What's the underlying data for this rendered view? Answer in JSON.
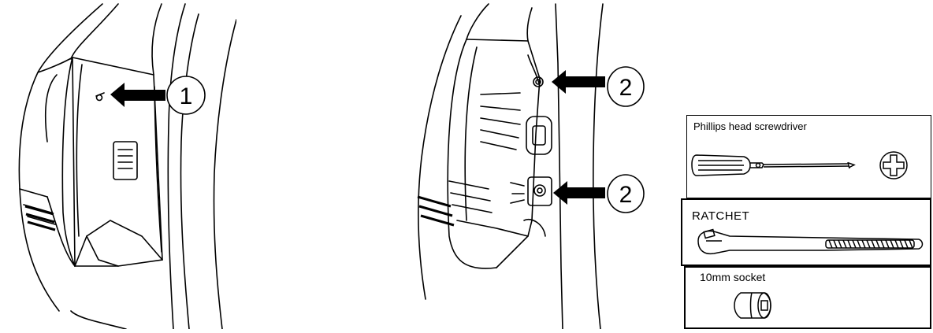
{
  "callouts": {
    "step1_number": "1",
    "step2_upper_number": "2",
    "step2_lower_number": "2"
  },
  "tools": {
    "screwdriver_label": "Phillips head screwdriver",
    "ratchet_label": "RATCHET",
    "socket_label": "10mm socket"
  },
  "icons": {
    "arrow": "arrow-pointer-icon",
    "screwdriver": "screwdriver-icon",
    "phillips_head": "phillips-head-icon",
    "ratchet": "ratchet-icon",
    "socket": "socket-icon"
  }
}
